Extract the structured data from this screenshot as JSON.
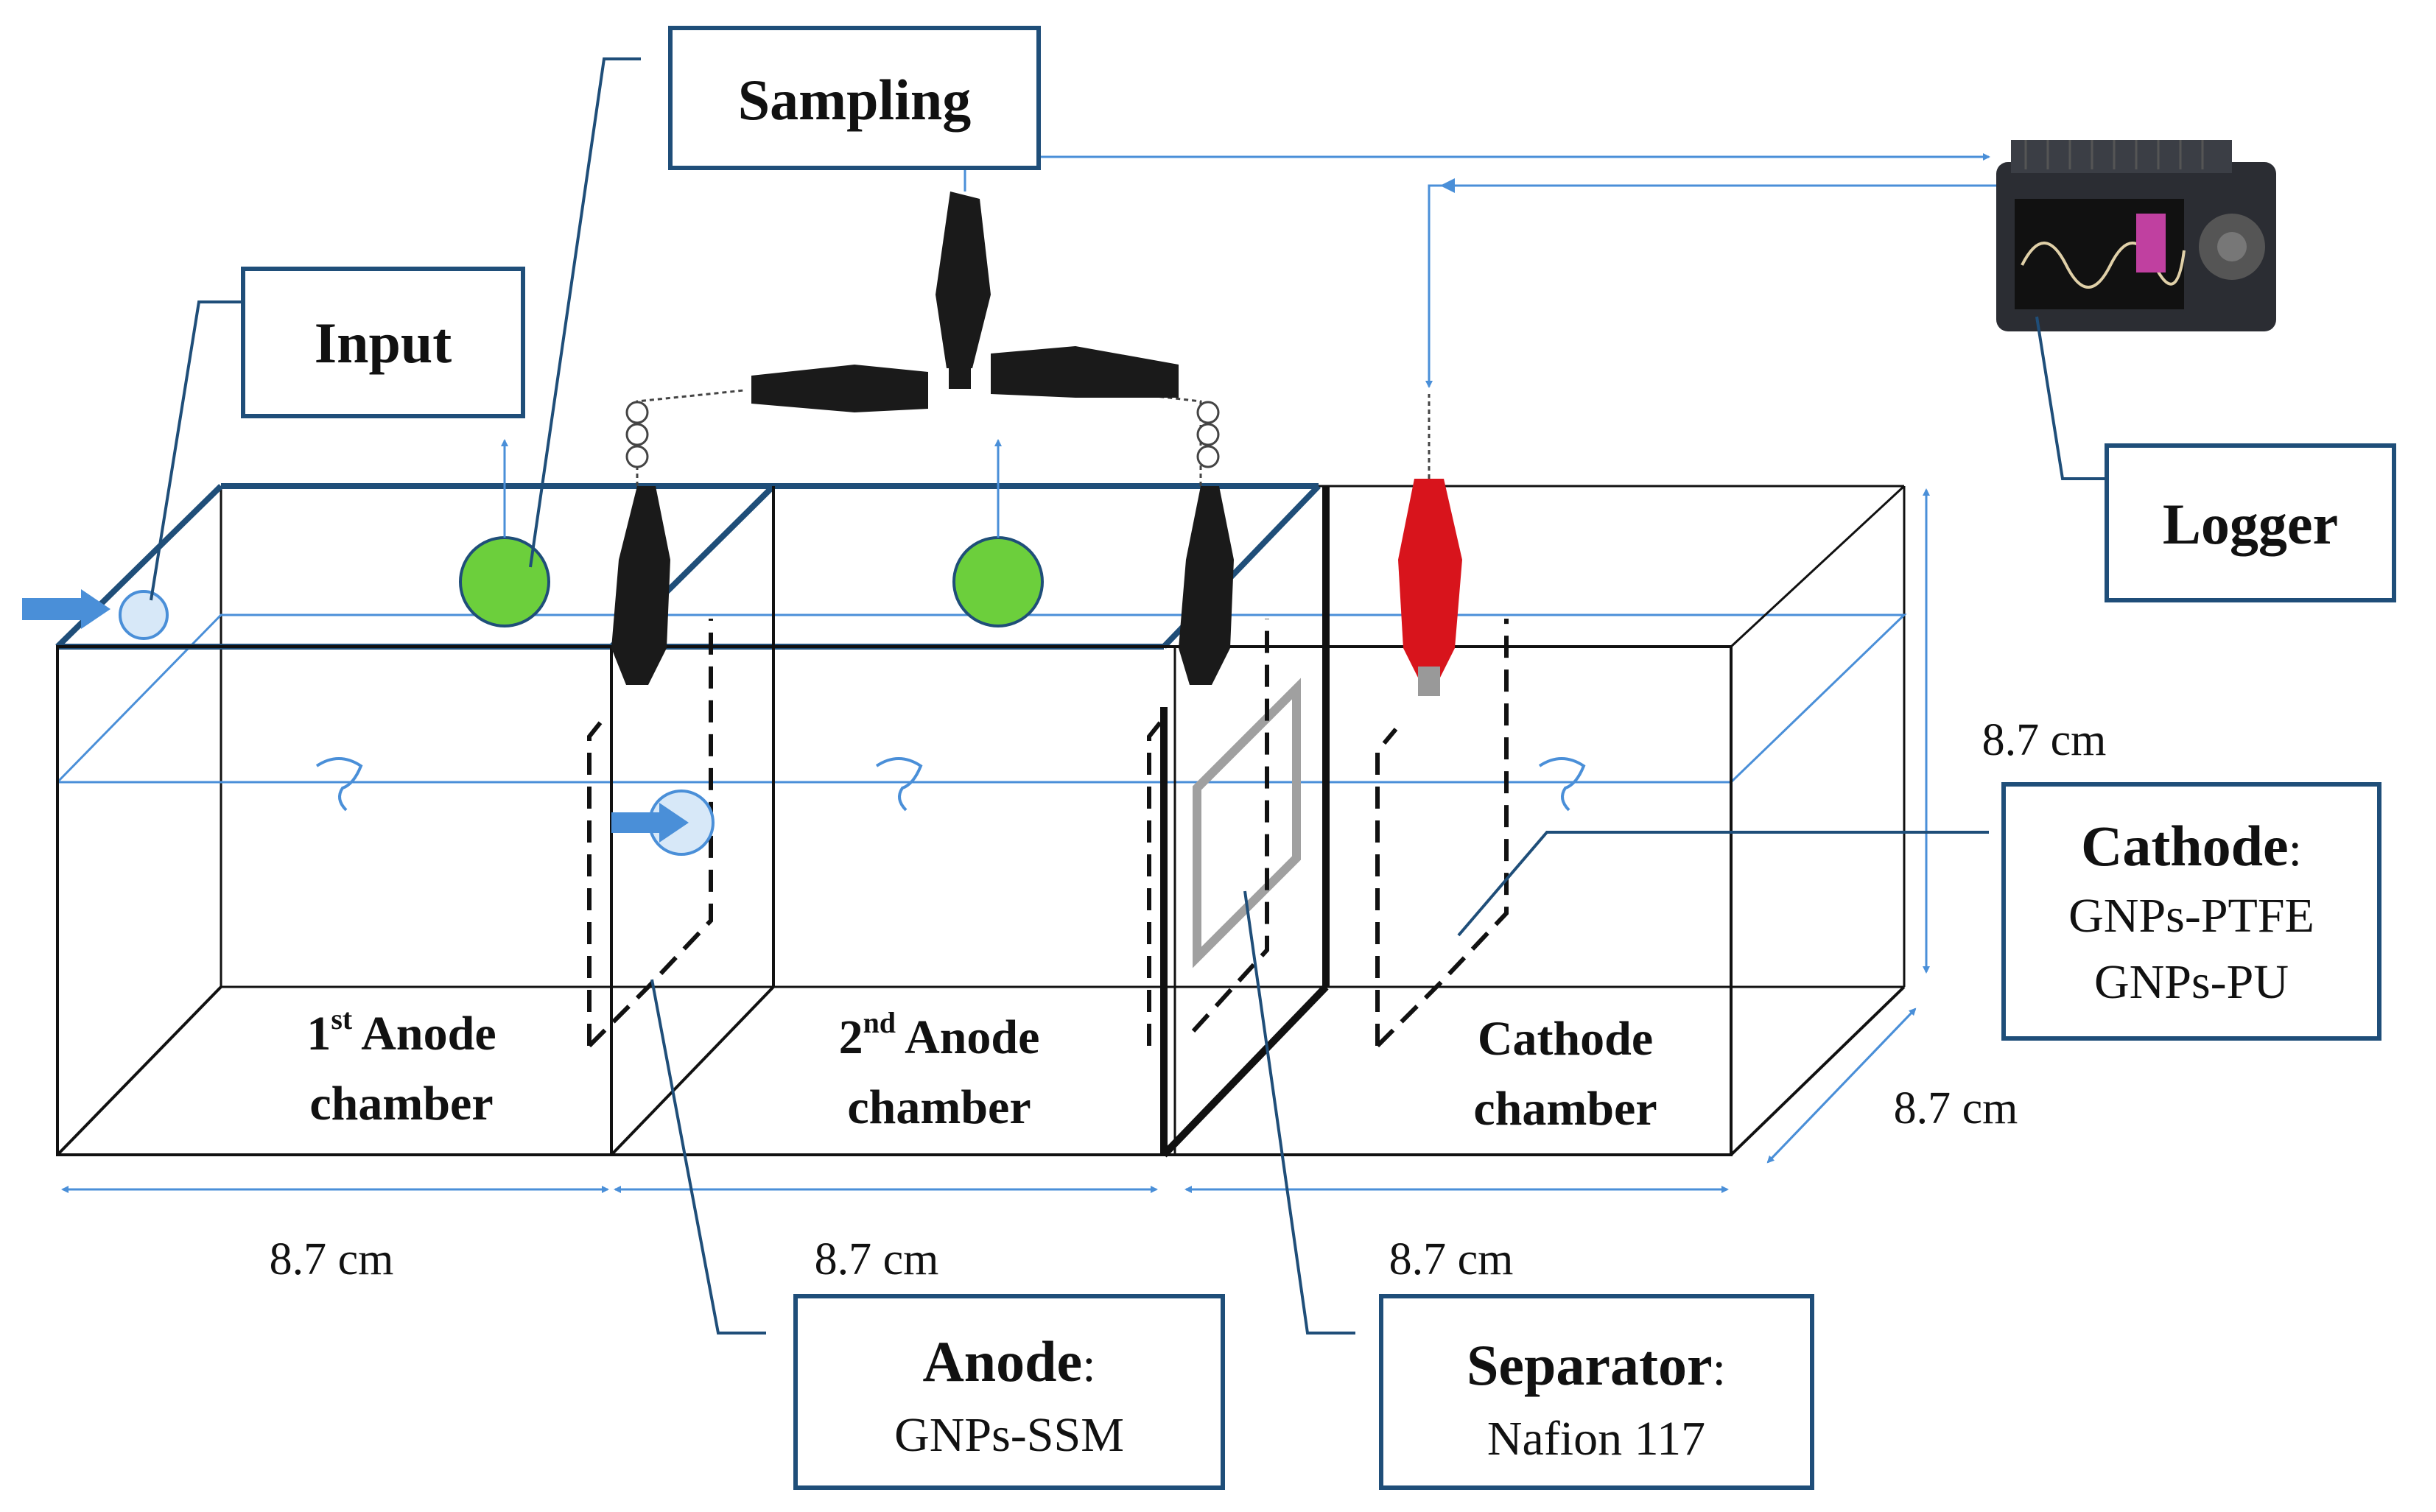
{
  "labels": {
    "sampling": "Sampling",
    "input": "Input",
    "logger": "Logger",
    "cathode": {
      "title": "Cathode",
      "colon": ":",
      "line1": "GNPs-PTFE",
      "line2": "GNPs-PU"
    },
    "anode": {
      "title": "Anode",
      "colon": ":",
      "line1": "GNPs-SSM"
    },
    "separator": {
      "title": "Separator",
      "colon": ":",
      "line1": "Nafion 117"
    }
  },
  "chambers": {
    "first": {
      "num": "1",
      "sup": "st",
      "word": "Anode",
      "line2": "chamber"
    },
    "second": {
      "num": "2",
      "sup": "nd",
      "word": "Anode",
      "line2": "chamber"
    },
    "third": {
      "line1": "Cathode",
      "line2": "chamber"
    }
  },
  "dimensions": {
    "width1": "8.7 cm",
    "width2": "8.7 cm",
    "width3": "8.7 cm",
    "height": "8.7 cm",
    "depth": "8.7 cm"
  },
  "colors": {
    "frame": "#1f4e79",
    "arrow": "#4a8fd8",
    "sampling_port": "#6ccf3c",
    "input_port": "#d7e8f8",
    "cathode_clip": "#d8141c",
    "anode_clip": "#1a1a1a",
    "separator": "#a0a0a0"
  },
  "icons": [
    "data-logger-icon",
    "alligator-clip-icon",
    "input-arrow-icon",
    "sampling-port-icon"
  ]
}
